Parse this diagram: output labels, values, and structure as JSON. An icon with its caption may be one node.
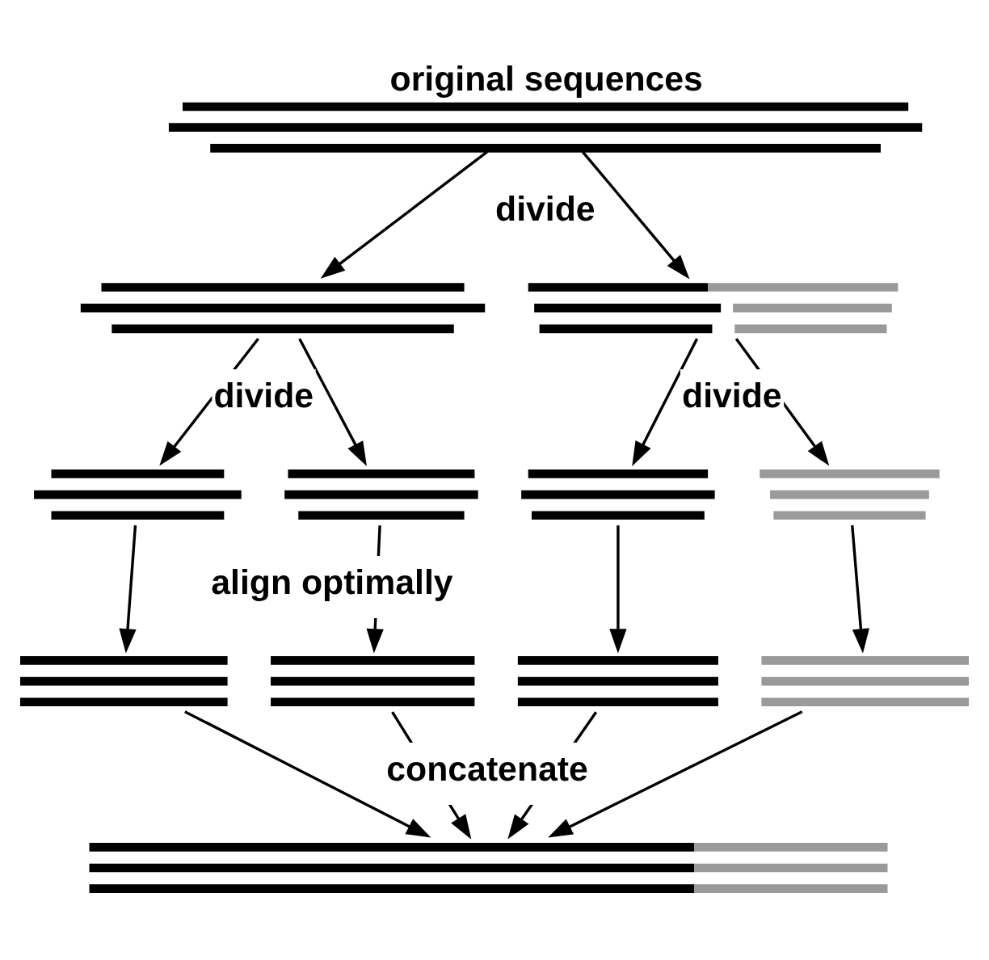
{
  "diagram": {
    "nodes": [
      {
        "text": [],
        "shape": "bar",
        "beside": [
          "original sequences"
        ]
      },
      {
        "text": [],
        "shape": "bar"
      },
      {
        "text": [],
        "shape": "bar"
      },
      {
        "text": [],
        "shape": "bar"
      },
      {
        "text": [],
        "shape": "bar"
      },
      {
        "text": [],
        "shape": "bar"
      },
      {
        "text": [],
        "shape": "bar"
      },
      {
        "text": [],
        "shape": "bar"
      },
      {
        "text": [],
        "shape": "bar"
      },
      {
        "text": [],
        "shape": "bar"
      },
      {
        "text": [],
        "shape": "bar"
      },
      {
        "text": [],
        "shape": "bar"
      }
    ],
    "edges": [
      {
        "from": 0,
        "to": 1,
        "arrow": "to"
      },
      {
        "from": 0,
        "to": 2,
        "arrow": "to"
      },
      {
        "from": 1,
        "to": 3,
        "arrow": "to"
      },
      {
        "from": 1,
        "to": 4,
        "arrow": "to"
      },
      {
        "from": 2,
        "to": 5,
        "arrow": "to"
      },
      {
        "from": 2,
        "to": 6,
        "arrow": "to"
      },
      {
        "from": 3,
        "to": 7,
        "arrow": "to"
      },
      {
        "from": 4,
        "to": 8,
        "arrow": "to"
      },
      {
        "from": 5,
        "to": 9,
        "arrow": "to"
      },
      {
        "from": 6,
        "to": 10,
        "arrow": "to"
      },
      {
        "from": 7,
        "to": 11,
        "arrow": "to"
      },
      {
        "from": 8,
        "to": 11,
        "arrow": "to"
      },
      {
        "from": 9,
        "to": 11,
        "arrow": "to"
      },
      {
        "from": 10,
        "to": 11,
        "arrow": "to"
      }
    ],
    "labels": [
      "divide",
      "divide",
      "divide",
      "align optimally",
      "concatenate"
    ]
  }
}
